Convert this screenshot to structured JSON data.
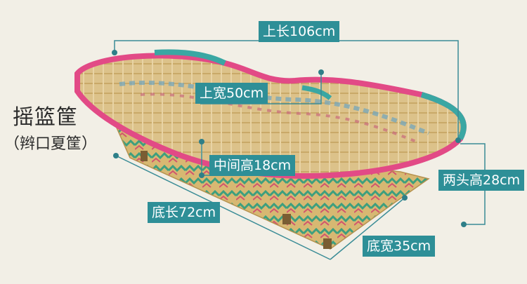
{
  "product": {
    "title": "摇篮筐",
    "subtitle": "（辫口夏筐）"
  },
  "dimensions": {
    "top_length": "上长106cm",
    "top_width": "上宽50cm",
    "middle_height": "中间高18cm",
    "end_height": "两头高28cm",
    "bottom_length": "底长72cm",
    "bottom_width": "底宽35cm"
  },
  "colors": {
    "label_bg": "#2e8f97",
    "rim_pink": "#e24a86",
    "rim_teal": "#3aa7a3",
    "bamboo": "#d9bd7e"
  }
}
